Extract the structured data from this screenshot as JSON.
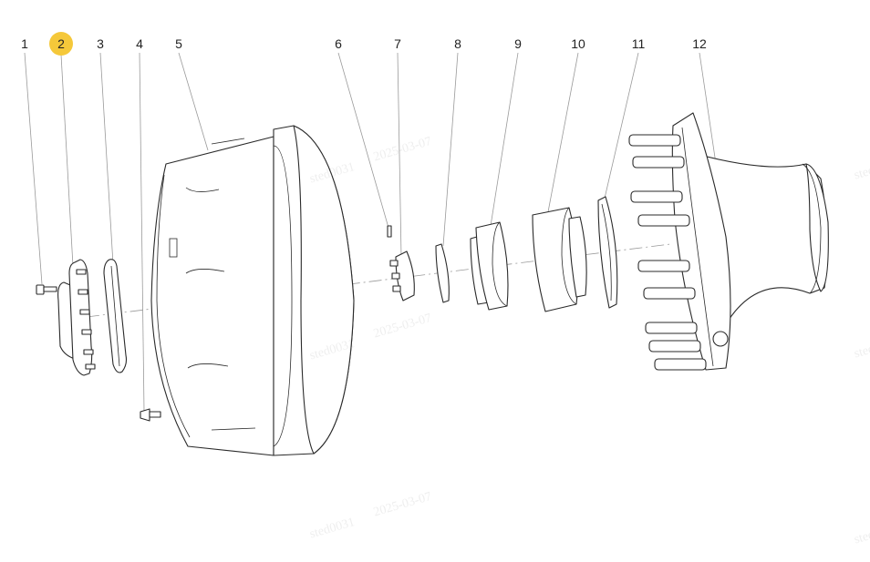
{
  "diagram": {
    "highlight_color": "#f5c83a",
    "callouts": [
      {
        "id": "1",
        "label": "1",
        "highlighted": false
      },
      {
        "id": "2",
        "label": "2",
        "highlighted": true
      },
      {
        "id": "3",
        "label": "3",
        "highlighted": false
      },
      {
        "id": "4",
        "label": "4",
        "highlighted": false
      },
      {
        "id": "5",
        "label": "5",
        "highlighted": false
      },
      {
        "id": "6",
        "label": "6",
        "highlighted": false
      },
      {
        "id": "7",
        "label": "7",
        "highlighted": false
      },
      {
        "id": "8",
        "label": "8",
        "highlighted": false
      },
      {
        "id": "9",
        "label": "9",
        "highlighted": false
      },
      {
        "id": "10",
        "label": "10",
        "highlighted": false
      },
      {
        "id": "11",
        "label": "11",
        "highlighted": false
      },
      {
        "id": "12",
        "label": "12",
        "highlighted": false
      }
    ],
    "watermark": {
      "user": "sted0031",
      "date": "2025-03-07"
    }
  }
}
